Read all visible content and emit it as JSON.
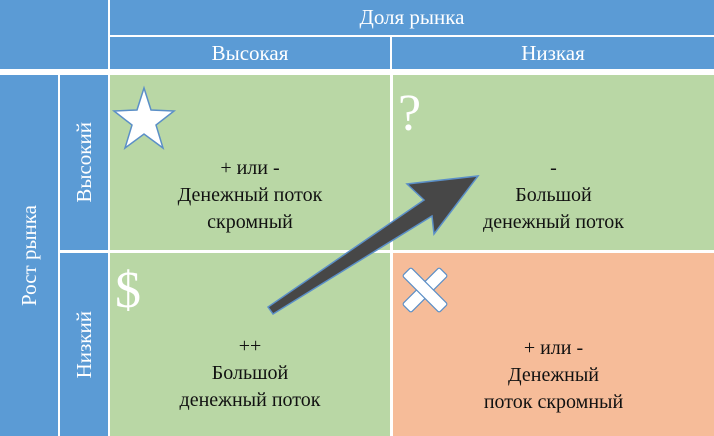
{
  "header": {
    "market_share": "Доля рынка",
    "high": "Высокая",
    "low": "Низкая"
  },
  "side": {
    "market_growth": "Рост рынка",
    "high": "Высокий",
    "low": "Низкий"
  },
  "cells": {
    "star": {
      "icon": "star-icon",
      "line1": "+ или -",
      "line2": "Денежный поток",
      "line3": "скромный"
    },
    "question": {
      "icon": "question-mark-icon",
      "symbol": "?",
      "line1": "-",
      "line2": "Большой",
      "line3": "денежный поток"
    },
    "cash_cow": {
      "icon": "dollar-icon",
      "symbol": "$",
      "line1": "++",
      "line2": "Большой",
      "line3": "денежный поток"
    },
    "dog": {
      "icon": "x-icon",
      "line1": "+ или -",
      "line2": "Денежный",
      "line3": "поток скромный"
    }
  },
  "colors": {
    "header": "#5b9bd5",
    "green": "#b9d7a5",
    "orange": "#f6bc99",
    "arrow": "#474747"
  }
}
